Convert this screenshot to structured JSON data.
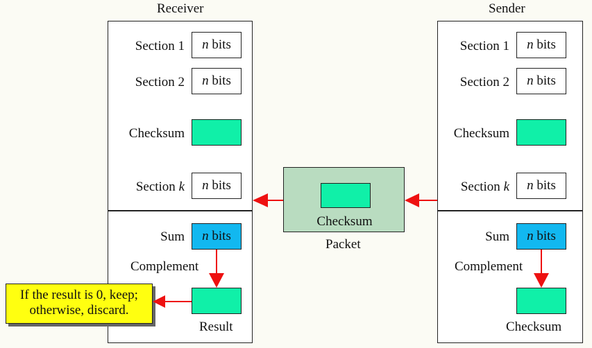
{
  "receiver": {
    "title": "Receiver",
    "rows": [
      {
        "label": "Section 1",
        "value": "n bits"
      },
      {
        "label": "Section 2",
        "value": "n bits"
      },
      {
        "label": "Checksum",
        "value": ""
      },
      {
        "label": "Section k",
        "value": "n bits"
      }
    ],
    "sum_label": "Sum",
    "sum_value": "n bits",
    "complement_label": "Complement",
    "result_label": "Result",
    "note_line1": "If the result is 0, keep;",
    "note_line2": "otherwise, discard."
  },
  "sender": {
    "title": "Sender",
    "rows": [
      {
        "label": "Section 1",
        "value": "n bits"
      },
      {
        "label": "Section 2",
        "value": "n bits"
      },
      {
        "label": "Checksum",
        "value": ""
      },
      {
        "label": "Section k",
        "value": "n bits"
      }
    ],
    "sum_label": "Sum",
    "sum_value": "n bits",
    "complement_label": "Complement",
    "checksum_label": "Checksum"
  },
  "packet": {
    "inner_label": "Checksum",
    "caption": "Packet"
  },
  "colors": {
    "checksum_green": "#10f0a8",
    "sum_blue": "#12b8f0",
    "packet_bg": "#b9dcc0",
    "arrow_red": "#ee1111",
    "note_yellow": "#ffff10"
  }
}
